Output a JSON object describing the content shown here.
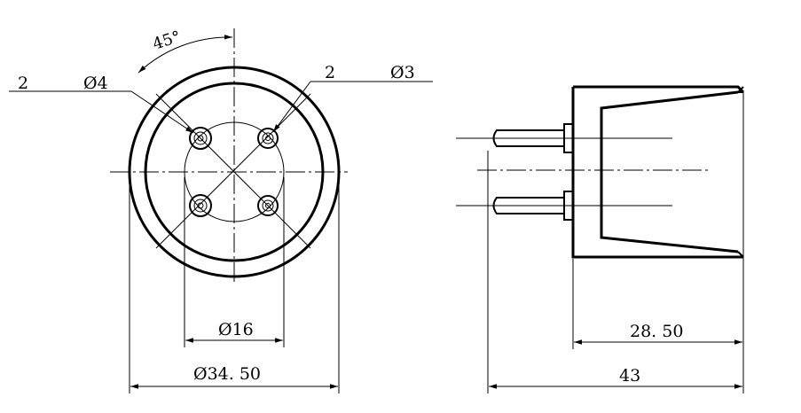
{
  "front_view": {
    "angle_label": "45°",
    "hole_large": {
      "count": "2",
      "diameter": "Ø4"
    },
    "hole_small": {
      "count": "2",
      "diameter": "Ø3"
    },
    "inner_diameter": "Ø16",
    "outer_diameter": "Ø34. 50"
  },
  "side_view": {
    "body_length": "28. 50",
    "overall_length": "43"
  }
}
